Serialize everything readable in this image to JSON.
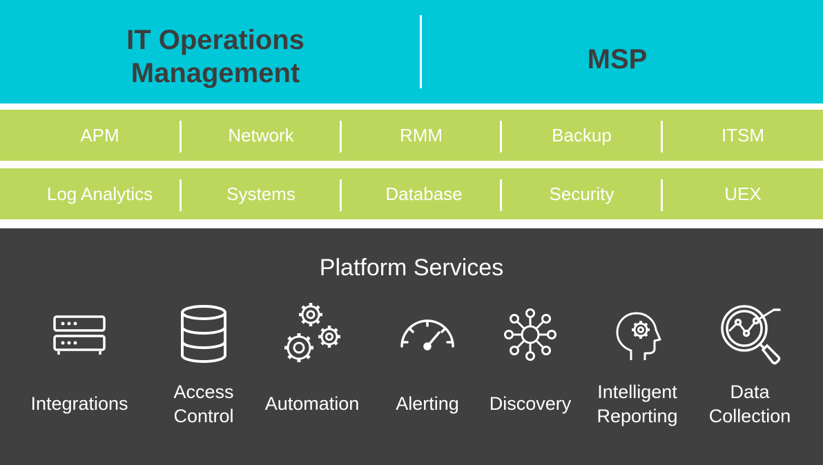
{
  "top": {
    "left_title": "IT Operations\nManagement",
    "right_title": "MSP"
  },
  "row1": [
    "APM",
    "Network",
    "RMM",
    "Backup",
    "ITSM"
  ],
  "row2": [
    "Log Analytics",
    "Systems",
    "Database",
    "Security",
    "UEX"
  ],
  "platform": {
    "title": "Platform Services",
    "services": [
      {
        "label": "Integrations",
        "icon": "server-rack-icon"
      },
      {
        "label": "Access\nControl",
        "icon": "database-icon"
      },
      {
        "label": "Automation",
        "icon": "gears-icon"
      },
      {
        "label": "Alerting",
        "icon": "gauge-icon"
      },
      {
        "label": "Discovery",
        "icon": "network-hub-icon"
      },
      {
        "label": "Intelligent\nReporting",
        "icon": "head-gear-icon"
      },
      {
        "label": "Data\nCollection",
        "icon": "magnifier-chart-icon"
      }
    ]
  },
  "colors": {
    "teal": "#00c8d8",
    "green": "#bcd75c",
    "dark": "#404040",
    "title_text": "#3d3d3d",
    "white": "#ffffff"
  }
}
